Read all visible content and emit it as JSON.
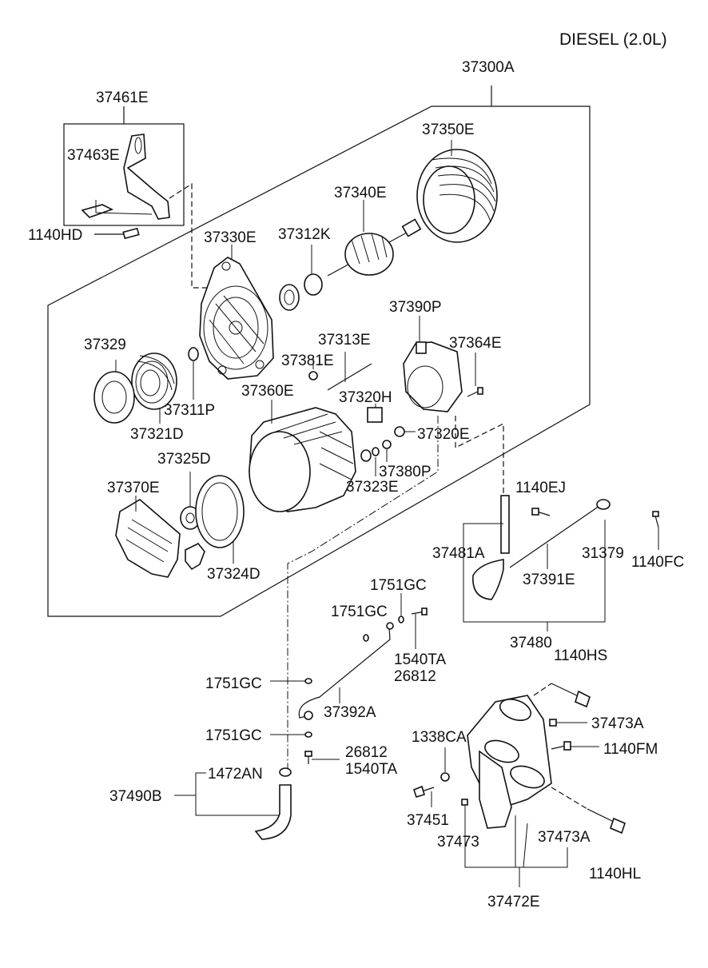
{
  "title": "DIESEL (2.0L)",
  "labels": {
    "l37300A": "37300A",
    "l37461E": "37461E",
    "l37463E": "37463E",
    "l1140HD": "1140HD",
    "l37350E": "37350E",
    "l37340E": "37340E",
    "l37330E": "37330E",
    "l37312K": "37312K",
    "l37390P": "37390P",
    "l37313E": "37313E",
    "l37364E": "37364E",
    "l37329": "37329",
    "l37381E": "37381E",
    "l37360E": "37360E",
    "l37320H": "37320H",
    "l37311P": "37311P",
    "l37321D": "37321D",
    "l37320E": "37320E",
    "l37325D": "37325D",
    "l37380P": "37380P",
    "l37323E": "37323E",
    "l37370E": "37370E",
    "l37324D": "37324D",
    "l1140EJ": "1140EJ",
    "l37481A": "37481A",
    "l31379": "31379",
    "l1140FC": "1140FC",
    "l37391E": "37391E",
    "l1751GC_a": "1751GC",
    "l1751GC_b": "1751GC",
    "l1540TA_a": "1540TA",
    "l26812_a": "26812",
    "l37480": "37480",
    "l1140HS": "1140HS",
    "l1751GC_c": "1751GC",
    "l37392A": "37392A",
    "l37473A_a": "37473A",
    "l1751GC_d": "1751GC",
    "l1338CA": "1338CA",
    "l1140FM": "1140FM",
    "l26812_b": "26812",
    "l1540TA_b": "1540TA",
    "l1472AN": "1472AN",
    "l37490B": "37490B",
    "l37451": "37451",
    "l37473": "37473",
    "l37473A_b": "37473A",
    "l1140HL": "1140HL",
    "l37472E": "37472E"
  }
}
